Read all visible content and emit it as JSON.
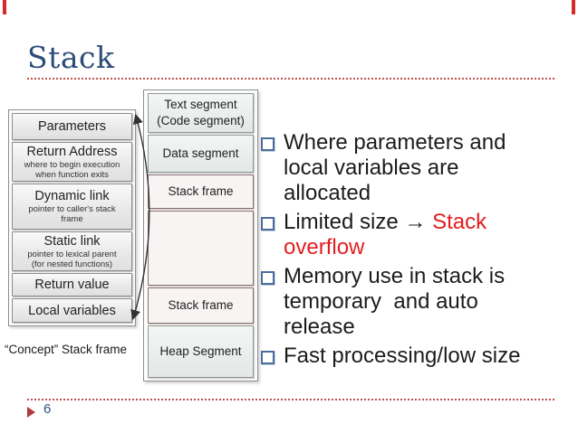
{
  "header": {
    "title": "Stack"
  },
  "footer": {
    "page_number": "6"
  },
  "concept_frame": {
    "caption": "“Concept” Stack frame",
    "rows": [
      {
        "title": "Parameters",
        "sub": ""
      },
      {
        "title": "Return Address",
        "sub": "where to begin execution\nwhen function exits"
      },
      {
        "title": "Dynamic link",
        "sub": "pointer to caller's stack\nframe"
      },
      {
        "title": "Static link",
        "sub": "pointer to lexical parent\n(for nested functions)"
      },
      {
        "title": "Return value",
        "sub": ""
      },
      {
        "title": "Local variables",
        "sub": ""
      }
    ]
  },
  "memory_layout": {
    "rows": [
      {
        "label": "Text segment\n(Code segment)",
        "style": "gray"
      },
      {
        "label": "Data segment",
        "style": "gray"
      },
      {
        "label": "Stack frame",
        "style": "stack"
      },
      {
        "label": "",
        "style": "stack"
      },
      {
        "label": "Stack frame",
        "style": "stack"
      },
      {
        "label": "Heap Segment",
        "style": "gray"
      }
    ]
  },
  "bullets": [
    {
      "segments": [
        {
          "text": "Where parameters and local variables are allocated",
          "style": "normal"
        }
      ]
    },
    {
      "segments": [
        {
          "text": "Limited size → ",
          "style": "normal"
        },
        {
          "text": "Stack overflow",
          "style": "red"
        }
      ]
    },
    {
      "segments": [
        {
          "text": "Memory use in stack is temporary  and auto release",
          "style": "normal"
        }
      ]
    },
    {
      "segments": [
        {
          "text": "Fast processing/low size",
          "style": "normal"
        }
      ]
    }
  ],
  "colors": {
    "title_blue": "#2d4d79",
    "red_text": "#e31e1e",
    "dotted_line": "#c0504d",
    "bullet_square": "#4a6d9b",
    "page_marker": "#b23b3b",
    "corner_tick": "#d42a2a",
    "stack_box_border": "#8d6d6d"
  },
  "icons": {
    "bullet_square": "hollow-square",
    "page_marker": "right-triangle",
    "connector": "double-headed-curved-arrow"
  }
}
